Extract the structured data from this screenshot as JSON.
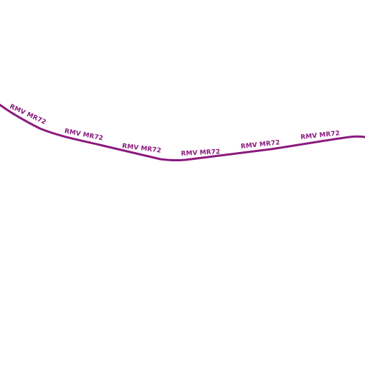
{
  "map": {
    "background_color": "#ffffff",
    "route": {
      "name": "RMV MR72",
      "color": "#8b1a7e",
      "labels": [
        {
          "text": "RMV MR72"
        },
        {
          "text": "RMV MR72"
        },
        {
          "text": "RMV MR72"
        },
        {
          "text": "RMV MR72"
        },
        {
          "text": "RMV MR72"
        },
        {
          "text": "RMV MR72"
        }
      ]
    }
  }
}
